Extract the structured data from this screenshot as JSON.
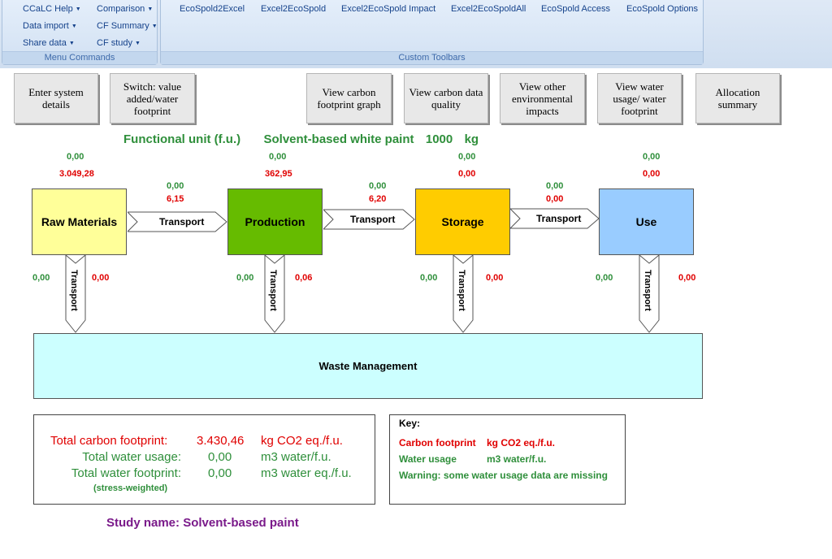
{
  "ribbon": {
    "menu_group": {
      "label": "Menu Commands",
      "col1": [
        "CCaLC Help",
        "Data import",
        "Share data"
      ],
      "col2": [
        "Comparison",
        "CF Summary",
        "CF study"
      ]
    },
    "custom_group": {
      "label": "Custom Toolbars",
      "items": [
        "EcoSpold2Excel",
        "Excel2EcoSpold",
        "Excel2EcoSpold Impact",
        "Excel2EcoSpoldAll",
        "EcoSpold Access",
        "EcoSpold Options"
      ]
    }
  },
  "buttons": {
    "enter_system": "Enter system details",
    "switch_value": "Switch: value added/water footprint",
    "view_carbon_graph": "View carbon footprint graph",
    "view_carbon_quality": "View carbon data quality",
    "view_other_impacts": "View other environmental impacts",
    "view_water": "View water usage/ water footprint",
    "allocation": "Allocation summary"
  },
  "functional_unit": {
    "label": "Functional unit (f.u.)",
    "product": "Solvent-based white paint",
    "amount": "1000",
    "unit": "kg"
  },
  "stages": {
    "raw": {
      "label": "Raw Materials",
      "water": "0,00",
      "carbon": "3.049,28",
      "down_water": "0,00",
      "down_carbon": "0,00"
    },
    "production": {
      "label": "Production",
      "water": "0,00",
      "carbon": "362,95",
      "down_water": "0,00",
      "down_carbon": "0,06"
    },
    "storage": {
      "label": "Storage",
      "water": "0,00",
      "carbon": "0,00",
      "down_water": "0,00",
      "down_carbon": "0,00"
    },
    "use": {
      "label": "Use",
      "water": "0,00",
      "carbon": "0,00",
      "down_water": "0,00",
      "down_carbon": "0,00"
    }
  },
  "transport": {
    "label": "Transport",
    "t1": {
      "water": "0,00",
      "carbon": "6,15"
    },
    "t2": {
      "water": "0,00",
      "carbon": "6,20"
    },
    "t3": {
      "water": "0,00",
      "carbon": "0,00"
    }
  },
  "waste": {
    "label": "Waste Management"
  },
  "totals": {
    "carbon_label": "Total carbon footprint:",
    "carbon_value": "3.430,46",
    "carbon_unit": "kg CO2 eq./f.u.",
    "water_label": "Total water usage:",
    "water_value": "0,00",
    "water_unit": "m3 water/f.u.",
    "wf_label": "Total water footprint:",
    "wf_value": "0,00",
    "wf_unit": "m3 water eq./f.u.",
    "wf_note": "(stress-weighted)"
  },
  "key": {
    "title": "Key:",
    "carbon_label": "Carbon footprint",
    "carbon_unit": "kg CO2 eq./f.u.",
    "water_label": "Water usage",
    "water_unit": "m3 water/f.u.",
    "warning": "Warning: some water usage data are missing"
  },
  "study": {
    "label": "Study name:",
    "name": "Solvent-based paint"
  },
  "colors": {
    "raw": "#ffff99",
    "production": "#66bb00",
    "storage": "#ffcc00",
    "use": "#99ccff",
    "waste": "#ccffff",
    "green_text": "#2f8f3b",
    "red_text": "#e00000",
    "study_text": "#7a1a8a"
  }
}
